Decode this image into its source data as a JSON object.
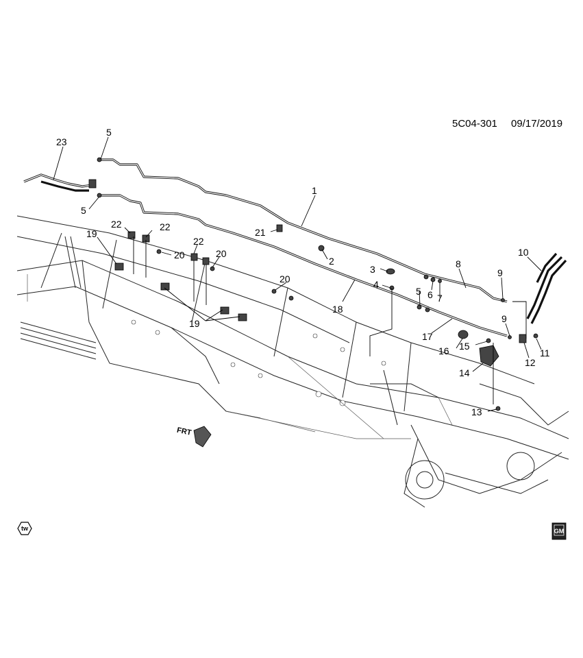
{
  "diagram": {
    "doc_id": "5C04-301",
    "doc_date": "09/17/2019",
    "front_arrow_label": "FRT",
    "tw_badge": "tw",
    "gm_badge": "GM",
    "callouts": [
      {
        "id": "c23",
        "text": "23"
      },
      {
        "id": "c5a",
        "text": "5"
      },
      {
        "id": "c5b",
        "text": "5"
      },
      {
        "id": "c1",
        "text": "1"
      },
      {
        "id": "c22a",
        "text": "22"
      },
      {
        "id": "c22b",
        "text": "22"
      },
      {
        "id": "c19a",
        "text": "19"
      },
      {
        "id": "c21",
        "text": "21"
      },
      {
        "id": "c22c",
        "text": "22"
      },
      {
        "id": "c20a",
        "text": "20"
      },
      {
        "id": "c20b",
        "text": "20"
      },
      {
        "id": "c2",
        "text": "2"
      },
      {
        "id": "c3",
        "text": "3"
      },
      {
        "id": "c10",
        "text": "10"
      },
      {
        "id": "c8",
        "text": "8"
      },
      {
        "id": "c9a",
        "text": "9"
      },
      {
        "id": "c4",
        "text": "4"
      },
      {
        "id": "c5c",
        "text": "5"
      },
      {
        "id": "c6",
        "text": "6"
      },
      {
        "id": "c7",
        "text": "7"
      },
      {
        "id": "c20c",
        "text": "20"
      },
      {
        "id": "c18",
        "text": "18"
      },
      {
        "id": "c19b",
        "text": "19"
      },
      {
        "id": "c9b",
        "text": "9"
      },
      {
        "id": "c17",
        "text": "17"
      },
      {
        "id": "c15",
        "text": "15"
      },
      {
        "id": "c11",
        "text": "11"
      },
      {
        "id": "c16",
        "text": "16"
      },
      {
        "id": "c12",
        "text": "12"
      },
      {
        "id": "c14",
        "text": "14"
      },
      {
        "id": "c13",
        "text": "13"
      }
    ]
  }
}
